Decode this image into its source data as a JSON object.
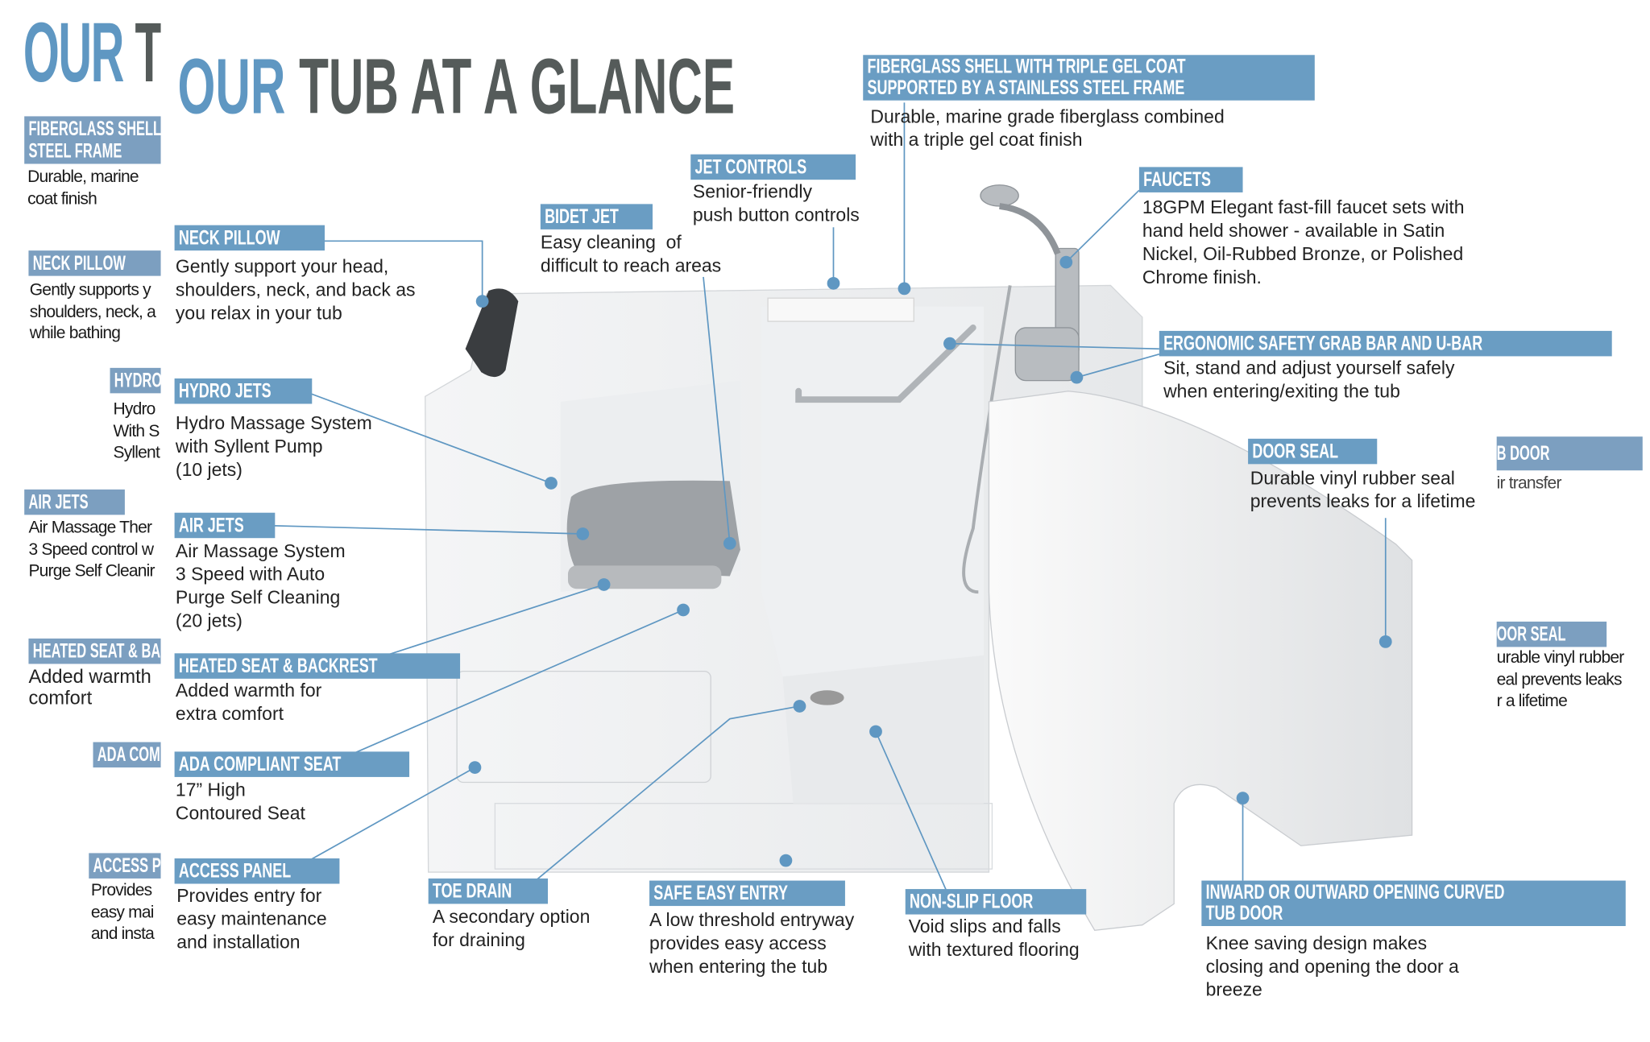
{
  "title": {
    "accent": "OUR",
    "rest": "TUB AT A GLANCE"
  },
  "ghost_left": {
    "title_accent": "OUR",
    "title_rest": "T",
    "items": [
      {
        "label": "FIBERGLASS SHELL\nSTEEL FRAME",
        "desc": "Durable, marine\ncoat finish"
      },
      {
        "label": "NECK PILLOW",
        "desc": "Gently supports y\nshoulders, neck, a\nwhile bathing"
      },
      {
        "label": "HYDRO",
        "desc": "Hydro\nWith S\nSyllent"
      },
      {
        "label": "AIR JETS",
        "desc": "Air Massage Ther\n3 Speed control w\nPurge Self Cleanir"
      },
      {
        "label": "HEATED SEAT & BAC",
        "desc": "Added warmth\ncomfort"
      },
      {
        "label": "ADA COM",
        "desc": ""
      },
      {
        "label": "ACCESS P",
        "desc": "Provides\neasy mai\nand insta"
      }
    ]
  },
  "ghost_right": {
    "items": [
      {
        "label": "B DOOR",
        "desc": "ir transfer"
      },
      {
        "label": "OOR SEAL",
        "desc": "urable vinyl rubber\neal prevents leaks\nr a lifetime"
      }
    ]
  },
  "callouts": {
    "shell": {
      "label": "FIBERGLASS SHELL WITH TRIPLE GEL COAT\nSUPPORTED BY A STAINLESS STEEL FRAME",
      "desc": "Durable, marine grade fiberglass combined\nwith a triple gel coat finish"
    },
    "faucets": {
      "label": "FAUCETS",
      "desc": "18GPM Elegant fast-fill faucet sets with\nhand held shower - available in Satin\nNickel, Oil-Rubbed Bronze, or Polished\nChrome finish."
    },
    "jet_controls": {
      "label": "JET CONTROLS",
      "desc": "Senior-friendly\npush button controls"
    },
    "bidet": {
      "label": "BIDET JET",
      "desc": "Easy cleaning  of\ndifficult to reach areas"
    },
    "neck": {
      "label": "NECK PILLOW",
      "desc": "Gently support your head,\nshoulders, neck, and back as\nyou relax in your tub"
    },
    "hydro": {
      "label": "HYDRO JETS",
      "desc": "Hydro Massage System\nwith Syllent Pump\n(10 jets)"
    },
    "air": {
      "label": "AIR JETS",
      "desc": "Air Massage System\n3 Speed with Auto\nPurge Self Cleaning\n(20 jets)"
    },
    "heated": {
      "label": "HEATED SEAT & BACKREST",
      "desc": "Added warmth for\nextra comfort"
    },
    "ada": {
      "label": "ADA COMPLIANT SEAT",
      "desc": "17” High\nContoured Seat"
    },
    "access": {
      "label": "ACCESS PANEL",
      "desc": "Provides entry for\neasy maintenance\nand installation"
    },
    "toe": {
      "label": "TOE DRAIN",
      "desc": "A secondary option\nfor draining"
    },
    "entry": {
      "label": "SAFE EASY ENTRY",
      "desc": "A low threshold entryway\nprovides easy access\nwhen entering the tub"
    },
    "floor": {
      "label": "NON-SLIP FLOOR",
      "desc": "Void slips and falls\nwith textured flooring"
    },
    "door": {
      "label": "INWARD OR OUTWARD OPENING CURVED\nTUB DOOR",
      "desc": "Knee saving design makes\nclosing and opening the door a\nbreeze"
    },
    "seal": {
      "label": "DOOR SEAL",
      "desc": "Durable vinyl rubber seal\nprevents leaks for a lifetime"
    },
    "grab": {
      "label": "ERGONOMIC SAFETY GRAB BAR AND U-BAR",
      "desc": "Sit, stand and adjust yourself safely\nwhen entering/exiting the tub"
    }
  },
  "colors": {
    "accent": "#6a9dc3",
    "title_dark": "#555b5a",
    "line": "#5f97c2"
  }
}
